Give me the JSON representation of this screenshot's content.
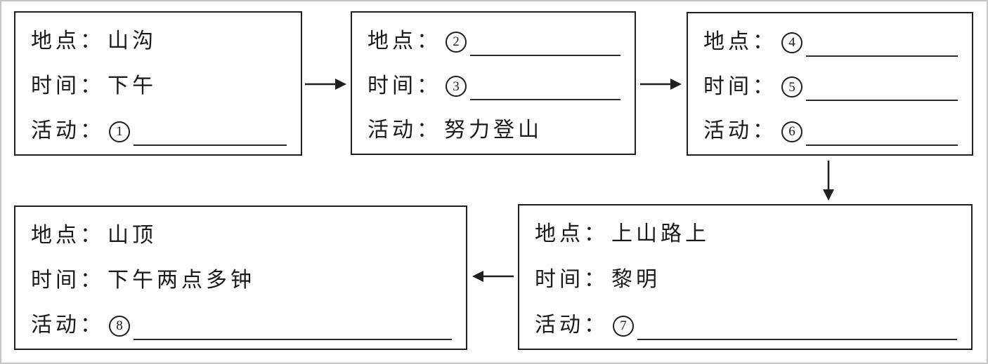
{
  "diagram": {
    "type": "flowchart",
    "ink_color": "#1f1f1f",
    "background": "#fefefe",
    "frame_color": "#c6c6c6"
  },
  "boxes": [
    {
      "name": "stage-box-valley",
      "rows": [
        {
          "label": "地点：",
          "value": "山沟"
        },
        {
          "label": "时间：",
          "value": "下午"
        },
        {
          "label": "活动：",
          "circled_number": "1",
          "blank": true
        }
      ]
    },
    {
      "name": "stage-box-climbing",
      "rows": [
        {
          "label": "地点：",
          "circled_number": "2",
          "blank": true
        },
        {
          "label": "时间：",
          "circled_number": "3",
          "blank": true
        },
        {
          "label": "活动：",
          "value": "努力登山"
        }
      ]
    },
    {
      "name": "stage-box-all-blanks",
      "rows": [
        {
          "label": "地点：",
          "circled_number": "4",
          "blank": true
        },
        {
          "label": "时间：",
          "circled_number": "5",
          "blank": true
        },
        {
          "label": "活动：",
          "circled_number": "6",
          "blank": true
        }
      ]
    },
    {
      "name": "stage-box-mountain-path",
      "rows": [
        {
          "label": "地点：",
          "value": "上山路上"
        },
        {
          "label": "时间：",
          "value": "黎明"
        },
        {
          "label": "活动：",
          "circled_number": "7",
          "blank": true
        }
      ]
    },
    {
      "name": "stage-box-summit",
      "rows": [
        {
          "label": "地点：",
          "value": "山顶"
        },
        {
          "label": "时间：",
          "value": "下午两点多钟"
        },
        {
          "label": "活动：",
          "circled_number": "8",
          "blank": true
        }
      ]
    }
  ],
  "arrows": [
    {
      "name": "arrow-box1-to-box2",
      "direction": "right"
    },
    {
      "name": "arrow-box2-to-box3",
      "direction": "right"
    },
    {
      "name": "arrow-box3-to-box4",
      "direction": "down"
    },
    {
      "name": "arrow-box4-to-box5",
      "direction": "left"
    }
  ]
}
